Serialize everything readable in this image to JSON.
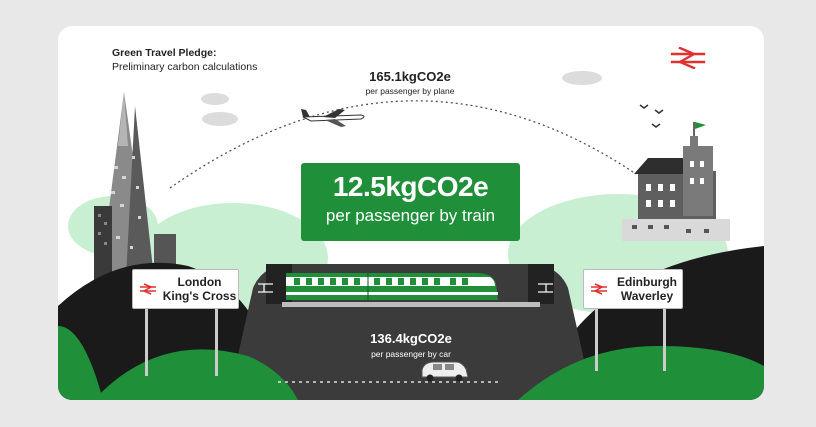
{
  "title": {
    "line1": "Green Travel Pledge:",
    "line2": "Preliminary carbon calculations"
  },
  "plane": {
    "value": "165.1kgCO2e",
    "label": "per passenger by plane"
  },
  "train": {
    "value": "12.5kgCO2e",
    "label": "per passenger by train"
  },
  "car": {
    "value": "136.4kgCO2e",
    "label": "per passenger by car"
  },
  "stations": {
    "london": {
      "line1": "London",
      "line2": "King's Cross"
    },
    "edinburgh": {
      "line1": "Edinburgh",
      "line2": "Waverley"
    }
  },
  "colors": {
    "brand_green": "#1f8f3a",
    "rail_red": "#e0302f",
    "road": "#3b3b3b",
    "hill_green": "#1f8f3a",
    "light_green": "#c9efd3"
  },
  "icons": [
    "national-rail-icon",
    "plane-icon",
    "train-icon",
    "car-icon",
    "castle-icon",
    "shard-icon",
    "birds-icon",
    "flag-icon"
  ]
}
